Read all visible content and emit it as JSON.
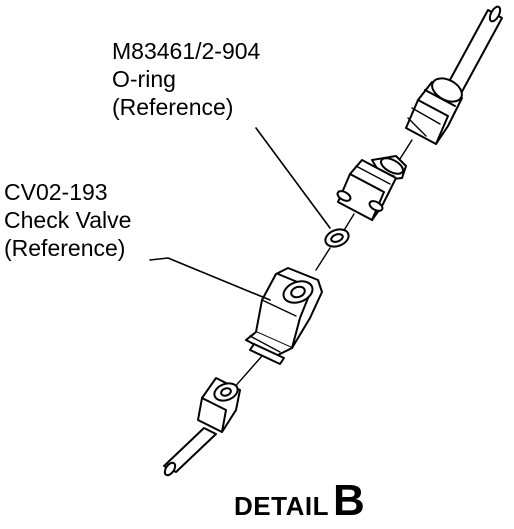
{
  "callouts": {
    "oring": {
      "part_number": "M83461/2-904",
      "name": "O-ring",
      "note": "(Reference)"
    },
    "check_valve": {
      "part_number": "CV02-193",
      "name": "Check Valve",
      "note": "(Reference)"
    }
  },
  "detail": {
    "word": "DETAIL",
    "letter": "B"
  },
  "colors": {
    "line": "#000000",
    "background": "#ffffff",
    "part_fill": "#ffffff",
    "shade": "#e6e6e6"
  }
}
